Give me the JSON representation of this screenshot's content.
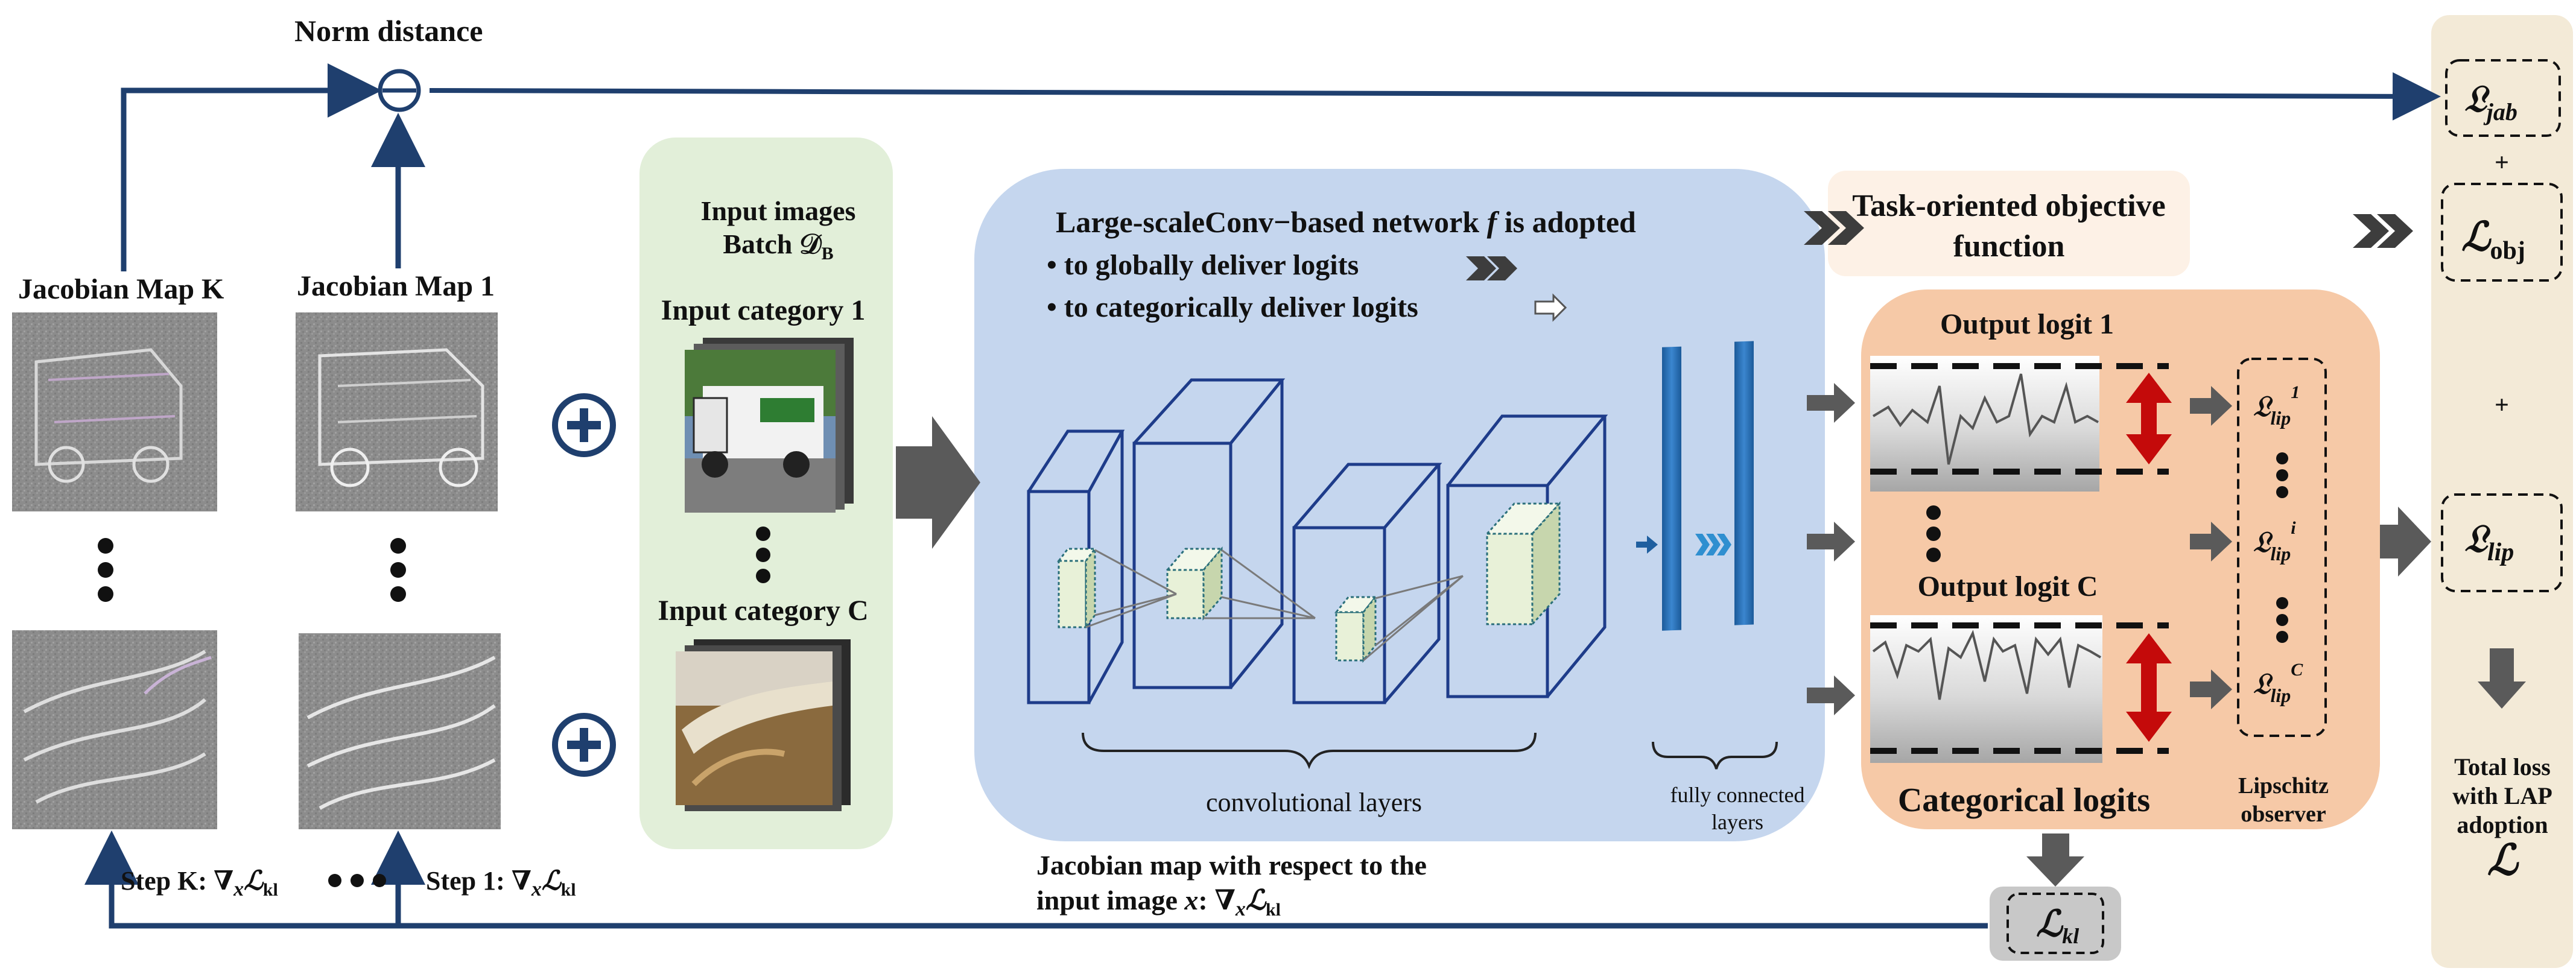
{
  "colors": {
    "navy": "#1f3f6e",
    "panel_green": "#e2efd9",
    "panel_blue": "#c5d6ee",
    "panel_orange": "#f6c9a7",
    "panel_cream": "#f3ead7",
    "task_box": "#fdf1e6",
    "red_arrow": "#c40a0a",
    "gray_arrow": "#5a5a5a",
    "fc_bar": "#2f73b7",
    "cube_fill": "#e8f1d8"
  },
  "left": {
    "norm_distance": "Norm distance",
    "norm_operator": "⊖",
    "jacobian_k": "Jacobian Map K",
    "jacobian_1": "Jacobian Map 1",
    "step_k": "Step K: ∇",
    "step_k_sub": "x",
    "step_k_loss": "ℒ",
    "step_k_loss_sub": "kl",
    "step_1": "Step 1: ∇",
    "step_1_sub": "x",
    "step_1_loss": "ℒ",
    "step_1_loss_sub": "kl",
    "plus_symbol": "+"
  },
  "input": {
    "title_line1": "Input images",
    "title_line2": "Batch 𝒟",
    "title_line2_sub": "B",
    "category_1": "Input category 1",
    "category_c": "Input category C"
  },
  "network": {
    "title": "Large-scaleConv−based network ",
    "title_var": "f",
    "title_end": " is adopted",
    "bullet_1": "•   to globally deliver logits",
    "bullet_2": "•   to categorically deliver logits",
    "conv_label": "convolutional layers",
    "fc_label_line1": "fully connected",
    "fc_label_line2": "layers",
    "jacobian_line1": "Jacobian map with respect to the",
    "jacobian_line2_a": "input image ",
    "jacobian_line2_var": "x",
    "jacobian_line2_b": ": ∇",
    "jacobian_line2_sub": "x",
    "jacobian_line2_loss": "ℒ",
    "jacobian_line2_loss_sub": "kl"
  },
  "objective": {
    "line1": "Task-oriented objective",
    "line2": "function"
  },
  "logits": {
    "output_1": "Output logit 1",
    "output_c": "Output logit C",
    "categorical": "Categorical logits",
    "lipschitz_line1": "Lipschitz",
    "lipschitz_line2": "observer",
    "lip_symbol": "𝔏",
    "lip_sub": "lip",
    "lip_sup_1": "1",
    "lip_sup_i": "i",
    "lip_sup_c": "C",
    "kl_symbol": "ℒ",
    "kl_sub": "kl"
  },
  "total": {
    "jab_symbol": "𝔏",
    "jab_sub": "jab",
    "obj_symbol": "ℒ",
    "obj_sub": "obj",
    "lip_symbol": "𝔏",
    "lip_sub": "lip",
    "plus_1": "+",
    "plus_2": "+",
    "line1": "Total loss",
    "line2": "with LAP",
    "line3": "adoption",
    "total_symbol": "ℒ"
  }
}
